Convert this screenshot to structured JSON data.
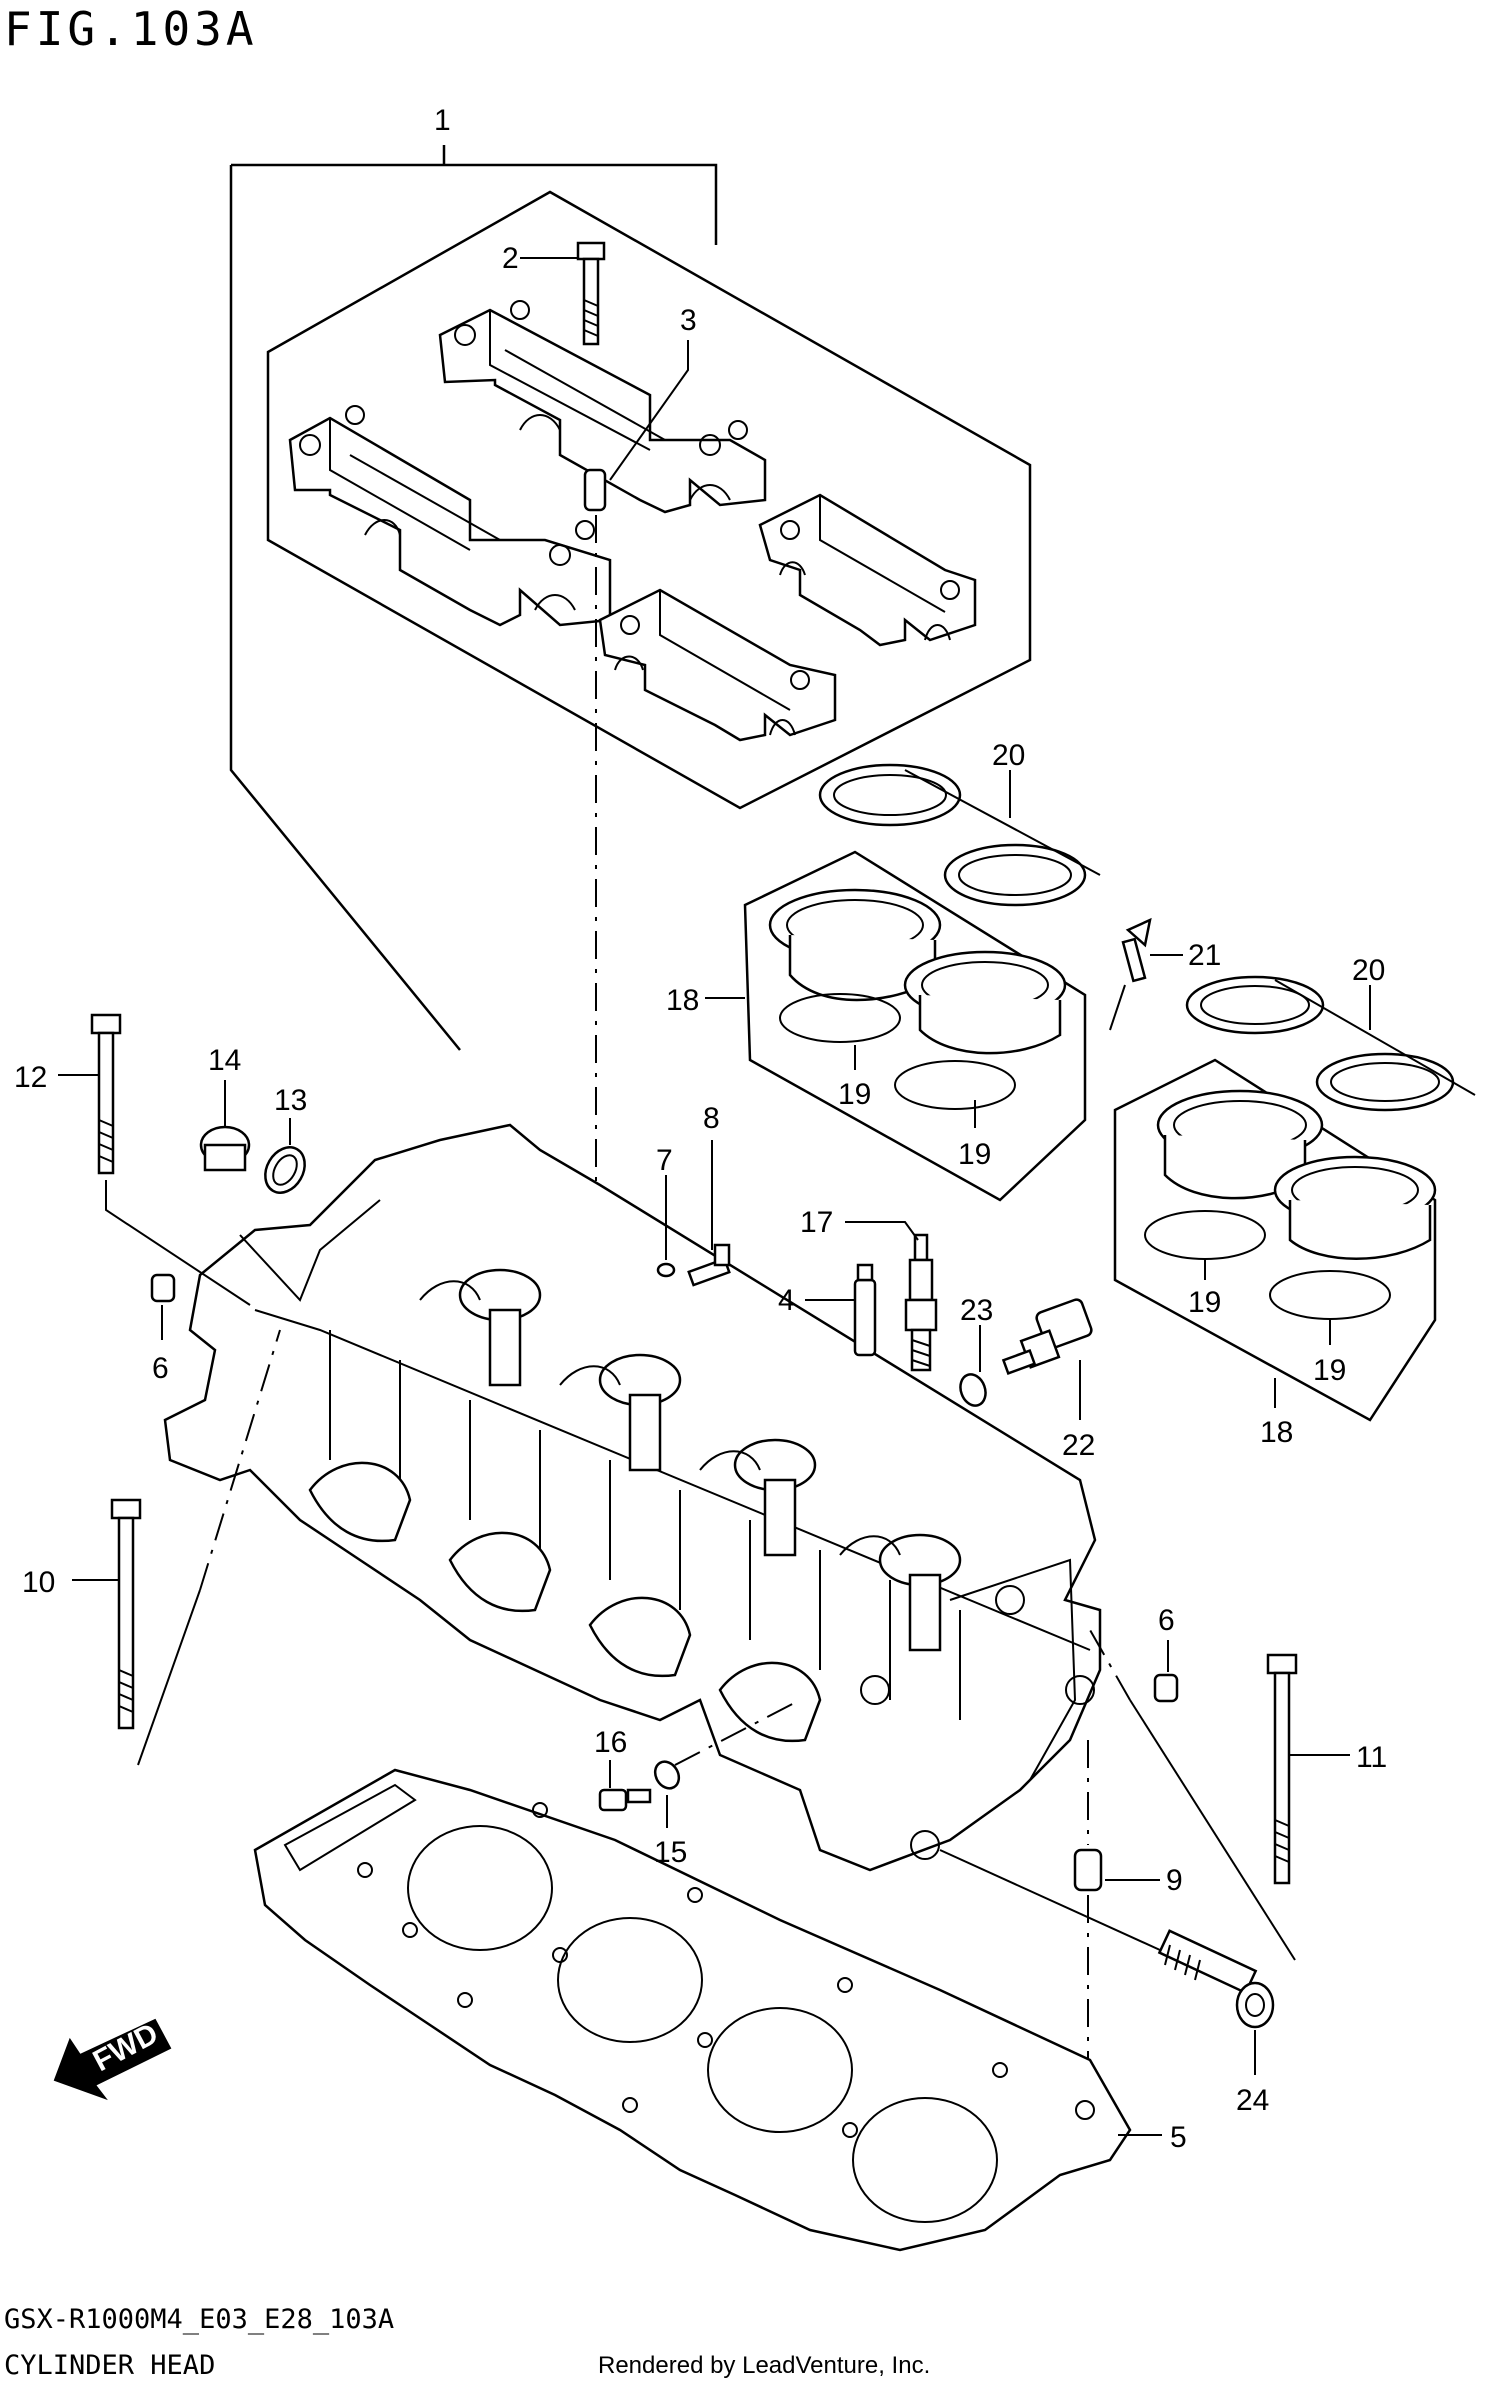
{
  "figure": {
    "title": "FIG.103A",
    "code": "GSX-R1000M4_E03_E28_103A",
    "name": "CYLINDER HEAD",
    "credit": "Rendered by LeadVenture, Inc."
  },
  "fwd_label": "FWD",
  "callouts": {
    "c1": "1",
    "c2": "2",
    "c3": "3",
    "c4": "4",
    "c5": "5",
    "c6a": "6",
    "c6b": "6",
    "c7": "7",
    "c8": "8",
    "c9": "9",
    "c10": "10",
    "c11": "11",
    "c12": "12",
    "c13": "13",
    "c14": "14",
    "c15": "15",
    "c16": "16",
    "c17": "17",
    "c18a": "18",
    "c18b": "18",
    "c19a": "19",
    "c19b": "19",
    "c19c": "19",
    "c19d": "19",
    "c20a": "20",
    "c20b": "20",
    "c21": "21",
    "c22": "22",
    "c23": "23",
    "c24": "24"
  },
  "icons": {
    "fwd_arrow": "fwd-arrow-icon"
  }
}
